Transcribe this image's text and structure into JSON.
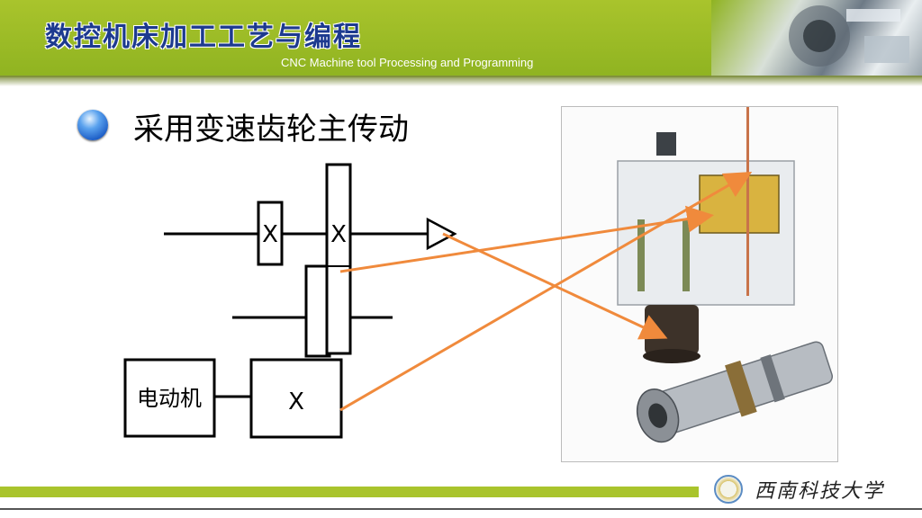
{
  "header": {
    "title_cn": "数控机床加工工艺与编程",
    "title_en": "CNC Machine tool Processing and Programming"
  },
  "bullet": {
    "text": "采用变速齿轮主传动"
  },
  "diagram": {
    "gear_mark": "X",
    "motor_label": "电动机",
    "arrow_color": "#f08a3c"
  },
  "footer": {
    "university": "西南科技大学"
  },
  "colors": {
    "header_green": "#a9c42c",
    "title_blue": "#1d3a8f",
    "bullet_blue": "#1656c2"
  }
}
